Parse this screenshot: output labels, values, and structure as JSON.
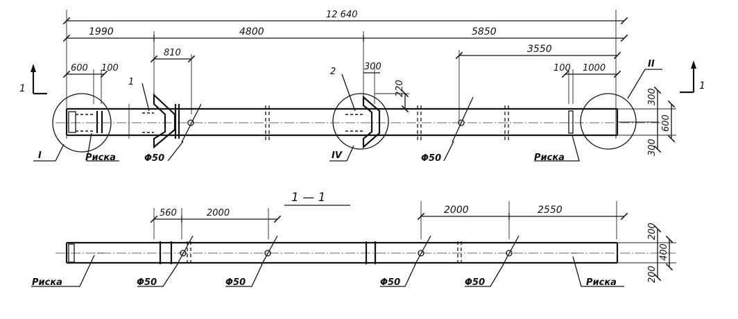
{
  "plan": {
    "dims": {
      "total": "12 640",
      "d1990": "1990",
      "d4800": "4800",
      "d5850": "5850",
      "d810": "810",
      "d3550": "3550",
      "d600": "600",
      "d100_left": "100",
      "d300_top": "300",
      "d220": "220",
      "d100_right": "100",
      "d1000": "1000",
      "d300_side_top": "300",
      "d600_side": "600",
      "d300_side_bottom": "300"
    },
    "labels": {
      "section_mark_left": "1",
      "section_mark_right": "1",
      "callout_1": "1",
      "callout_2": "2",
      "node_I": "I",
      "node_II": "II",
      "node_IV": "IV",
      "riska_left": "Риска",
      "riska_right": "Риска",
      "hole_1": "Φ50",
      "hole_2": "Φ50"
    }
  },
  "section": {
    "title": "1 — 1",
    "dims": {
      "d560": "560",
      "d2000_left": "2000",
      "d2000_right": "2000",
      "d2550": "2550",
      "d200_top": "200",
      "d400": "400",
      "d200_bottom": "200"
    },
    "labels": {
      "riska_left": "Риска",
      "riska_right": "Риска",
      "hole_1": "Φ50",
      "hole_2": "Φ50",
      "hole_3": "Φ50",
      "hole_4": "Φ50"
    }
  }
}
